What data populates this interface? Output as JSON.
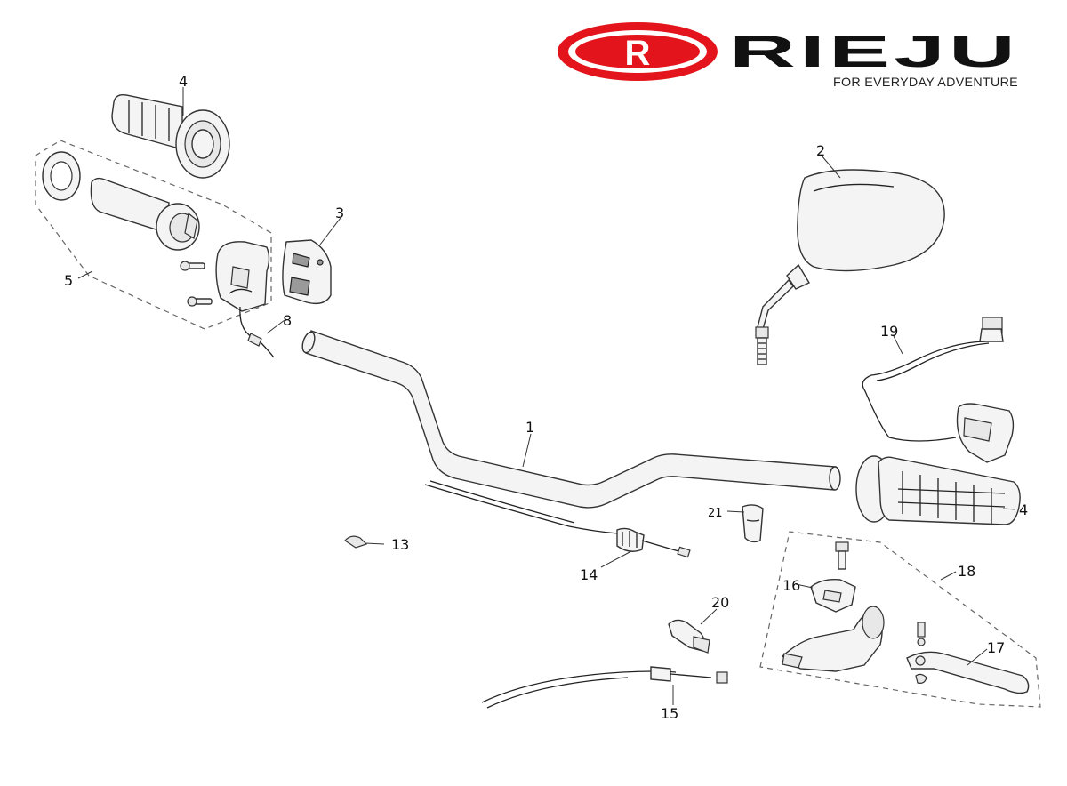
{
  "logo": {
    "mark_letter": "R",
    "name": "RIEJU",
    "tagline": "FOR EVERYDAY ADVENTURE",
    "colors": {
      "mark": "#e3141b",
      "text": "#111111"
    }
  },
  "callouts": {
    "n1": "1",
    "n2": "2",
    "n3": "3",
    "n4_left": "4",
    "n4_right": "4",
    "n5": "5",
    "n8": "8",
    "n13": "13",
    "n14": "14",
    "n15": "15",
    "n16": "16",
    "n17": "17",
    "n18": "18",
    "n19": "19",
    "n20": "20",
    "n21": "21"
  }
}
